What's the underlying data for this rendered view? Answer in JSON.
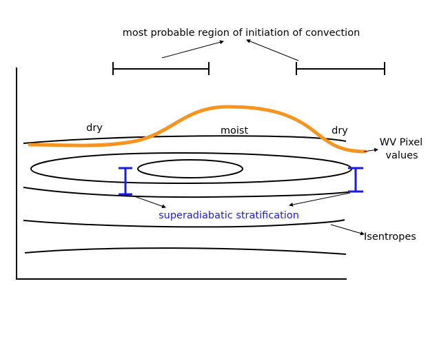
{
  "title": "most probable region of initiation of convection",
  "labels": {
    "dry_left": "dry",
    "moist": "moist",
    "dry_right": "dry",
    "wv_pixel_line1": "WV Pixel",
    "wv_pixel_line2": "values",
    "superadiabatic": "superadiabatic stratification",
    "isentropes": "Isentropes"
  },
  "colors": {
    "wv_curve": "#f7941d",
    "superadiabatic": "#1a1ae6",
    "lines": "#000000"
  }
}
